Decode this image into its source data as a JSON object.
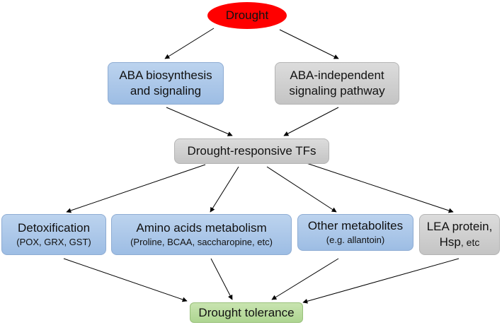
{
  "nodes": {
    "drought": {
      "label": "Drought",
      "color": "#ff0000"
    },
    "aba_biosynthesis": {
      "line1": "ABA biosynthesis",
      "line2": "and signaling"
    },
    "aba_independent": {
      "line1": "ABA-independent",
      "line2": "signaling pathway"
    },
    "drought_tfs": {
      "label": "Drought-responsive TFs"
    },
    "detoxification": {
      "line1": "Detoxification",
      "line2": "(POX, GRX, GST)"
    },
    "amino_acids": {
      "line1": "Amino acids metabolism",
      "line2": "(Proline, BCAA, saccharopine, etc)"
    },
    "other_metabolites": {
      "line1": "Other metabolites",
      "line2": "(e.g. allantoin)"
    },
    "lea_protein": {
      "line1": "LEA protein,",
      "line2a": "Hsp",
      "line2b": ", etc"
    },
    "drought_tolerance": {
      "label": "Drought tolerance"
    }
  },
  "colors": {
    "blue_box": "#9dbde4",
    "gray_box": "#c4c4c4",
    "green_box": "#aed591",
    "arrow": "#000000"
  }
}
